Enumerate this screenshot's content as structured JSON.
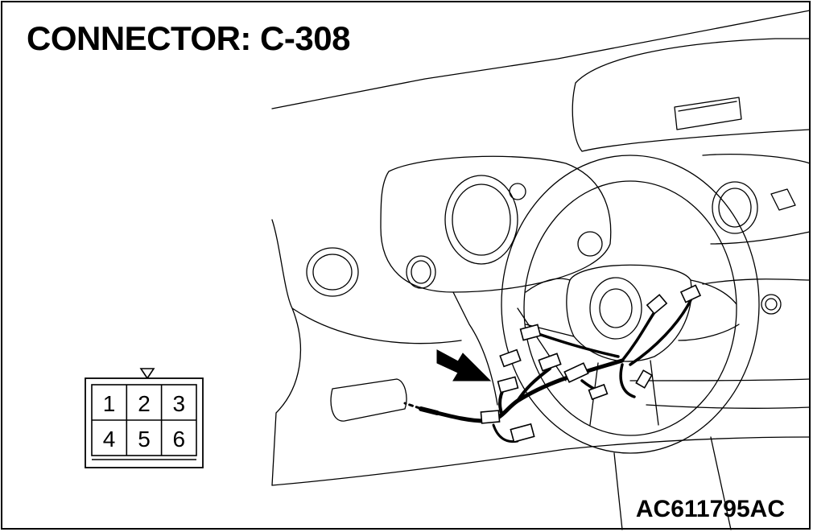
{
  "title": "CONNECTOR: C-308",
  "figure_code": "AC611795AC",
  "connector": {
    "pins": [
      "1",
      "2",
      "3",
      "4",
      "5",
      "6"
    ]
  },
  "colors": {
    "ink": "#000000",
    "paper": "#ffffff"
  }
}
